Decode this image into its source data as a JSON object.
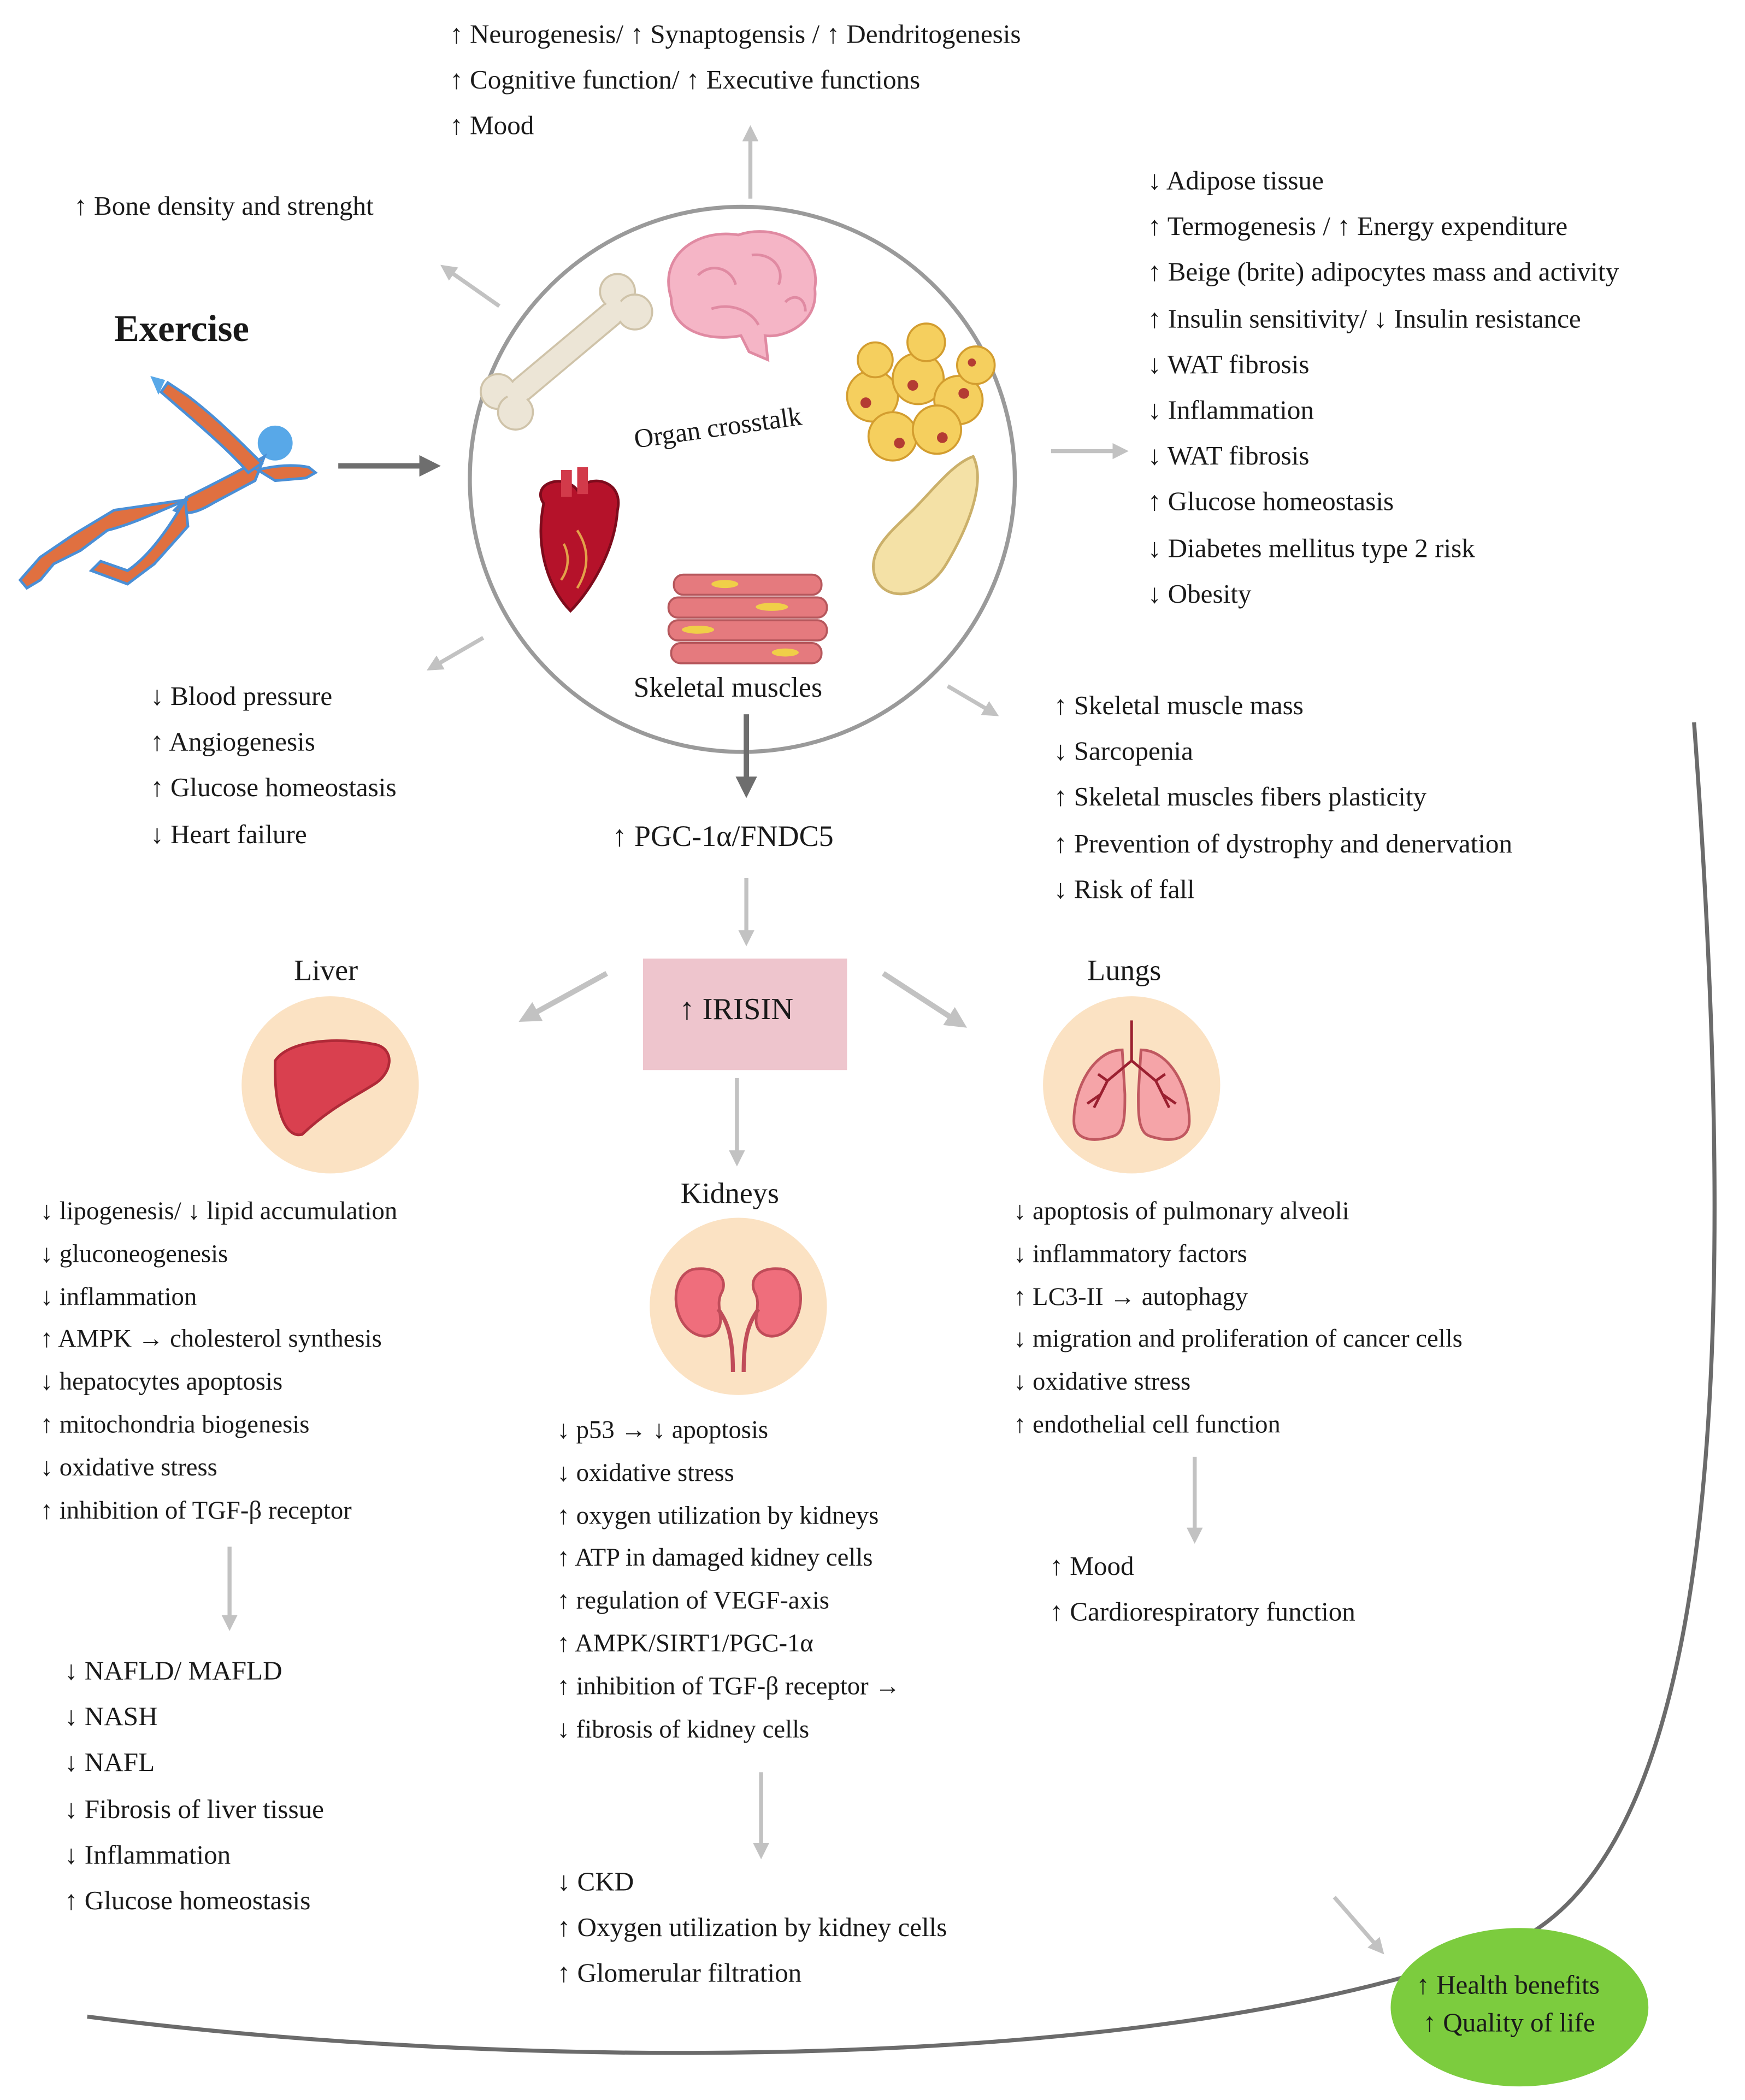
{
  "labels": {
    "exercise": "Exercise",
    "organ_crosstalk": "Organ crosstalk",
    "skeletal_muscles": "Skeletal muscles",
    "pgc": "↑ PGC-1α/FNDC5",
    "irisin": "↑ IRISIN",
    "liver": "Liver",
    "lungs": "Lungs",
    "kidneys": "Kidneys",
    "health_1": "↑ Health benefits",
    "health_2": "↑ Quality of life"
  },
  "brain_effects": [
    "↑ Neurogenesis/ ↑ Synaptogensis / ↑ Dendritogenesis",
    "↑ Cognitive function/ ↑ Executive functions",
    "↑ Mood"
  ],
  "bone_effects": [
    "↑ Bone density and strenght"
  ],
  "adipose_effects": [
    "↓ Adipose tissue",
    "↑ Termogenesis /  ↑ Energy expenditure",
    "↑ Beige (brite) adipocytes mass and activity",
    "↑ Insulin sensitivity/  ↓ Insulin resistance",
    "↓ WAT fibrosis",
    "↓ Inflammation",
    "↓ WAT fibrosis",
    "↑ Glucose homeostasis",
    "↓ Diabetes mellitus type 2 risk",
    "↓ Obesity"
  ],
  "heart_effects": [
    "↓ Blood pressure",
    "↑ Angiogenesis",
    "↑ Glucose homeostasis",
    "↓ Heart failure"
  ],
  "muscle_effects": [
    "↑ Skeletal muscle mass",
    "↓ Sarcopenia",
    "↑ Skeletal muscles fibers plasticity",
    "↑ Prevention of dystrophy and denervation",
    "↓ Risk of fall"
  ],
  "liver_effects": [
    "↓ lipogenesis/  ↓ lipid accumulation",
    "↓ gluconeogenesis",
    "↓ inflammation",
    "↑ AMPK → cholesterol synthesis",
    "↓ hepatocytes apoptosis",
    "↑ mitochondria biogenesis",
    "↓ oxidative stress",
    "↑ inhibition of TGF-β receptor"
  ],
  "liver_outcomes": [
    "↓ NAFLD/ MAFLD",
    "↓ NASH",
    "↓ NAFL",
    "↓ Fibrosis of liver tissue",
    "↓ Inflammation",
    "↑ Glucose homeostasis"
  ],
  "kidney_effects": [
    "↓ p53 →  ↓ apoptosis",
    "↓ oxidative stress",
    "↑ oxygen utilization by kidneys",
    "↑ ATP in damaged kidney cells",
    "↑ regulation of VEGF-axis",
    "↑ AMPK/SIRT1/PGC-1α",
    "↑ inhibition of TGF-β receptor →",
    "↓ fibrosis of kidney cells"
  ],
  "kidney_outcomes": [
    "↓ CKD",
    "↑ Oxygen utilization by kidney cells",
    "↑ Glomerular filtration"
  ],
  "lung_effects": [
    "↓  apoptosis of pulmonary alveoli",
    "↓  inflammatory factors",
    "↑  LC3-II → autophagy",
    "↓  migration and proliferation of cancer cells",
    "↓  oxidative stress",
    "↑  endothelial cell function"
  ],
  "lung_outcomes": [
    "↑ Mood",
    "↑ Cardiorespiratory function"
  ],
  "colors": {
    "arrow_gray": "#c2c2c2",
    "arrow_dark": "#6e6e6e",
    "irisin_box": "#eec5cd",
    "organ_bubble": "#fbe2c3",
    "health_ellipse": "#7ccc3e",
    "curve": "#6b6b6b"
  }
}
